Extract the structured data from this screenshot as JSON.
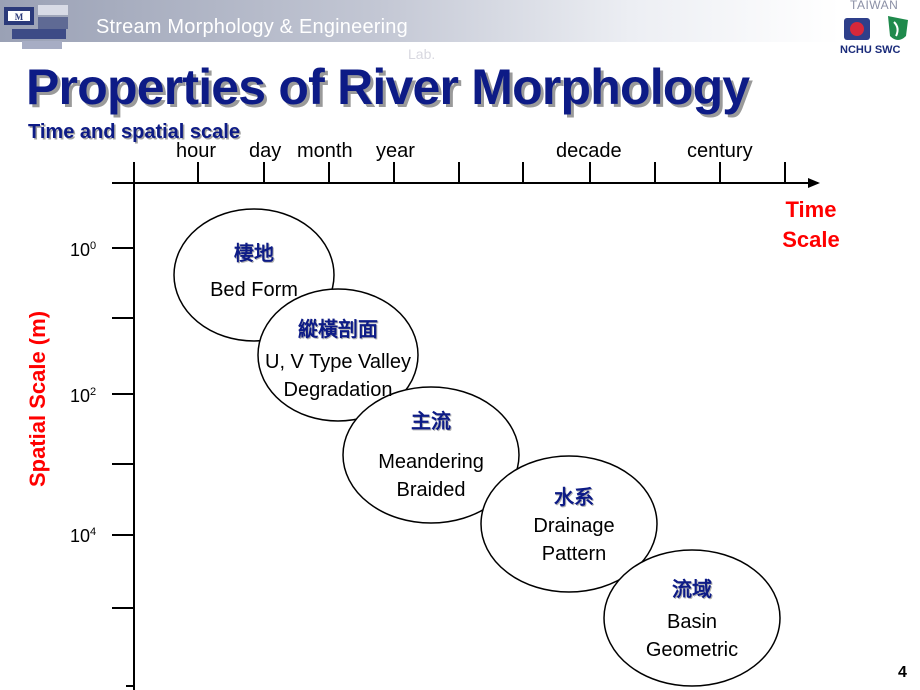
{
  "header": {
    "title_line1": "Stream Morphology & Engineering",
    "title_line2": "Lab."
  },
  "logo_right": {
    "top_text": "TAIWAN",
    "bottom_text": "NCHU SWC"
  },
  "slide": {
    "title": "Properties of River Morphology",
    "subtitle": "Time and spatial scale",
    "page_number": "4"
  },
  "time_axis": {
    "labels": [
      "hour",
      "day",
      "month",
      "year",
      "decade",
      "century"
    ],
    "axis_title_line1": "Time",
    "axis_title_line2": "Scale"
  },
  "spatial_axis": {
    "axis_title": "Spatial Scale (m)",
    "labels": [
      {
        "base": "10",
        "exp": "0"
      },
      {
        "base": "10",
        "exp": "2"
      },
      {
        "base": "10",
        "exp": "4"
      }
    ]
  },
  "ellipses": [
    {
      "zh": "棲地",
      "en_line1": "Bed Form",
      "en_line2": ""
    },
    {
      "zh": "縱橫剖面",
      "en_line1": "U, V Type Valley",
      "en_line2": "Degradation"
    },
    {
      "zh": "主流",
      "en_line1": "Meandering",
      "en_line2": "Braided"
    },
    {
      "zh": "水系",
      "en_line1": "Drainage",
      "en_line2": "Pattern"
    },
    {
      "zh": "流域",
      "en_line1": "Basin",
      "en_line2": "Geometric"
    }
  ],
  "colors": {
    "title": "#0d1b86",
    "axis_title": "#ff0000",
    "header_band": "#9aa1b5"
  }
}
